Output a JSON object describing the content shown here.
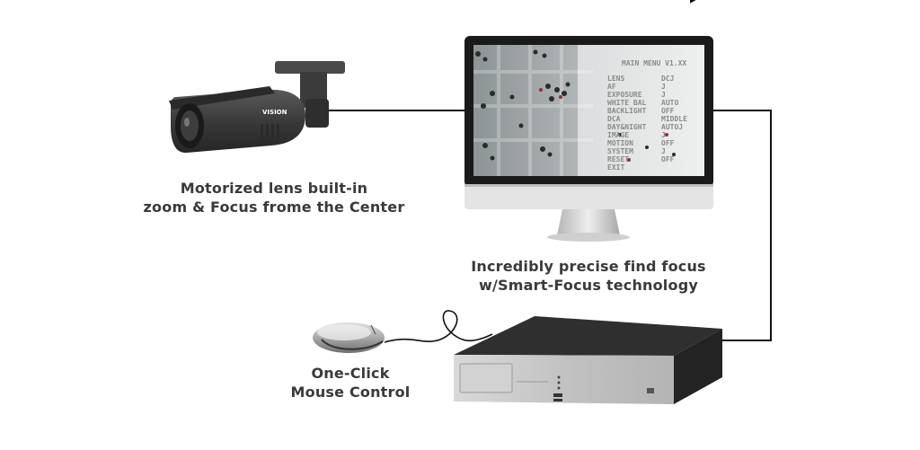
{
  "captions": {
    "camera_line1": "Motorized lens built-in",
    "camera_line2": "zoom & Focus frome the Center",
    "monitor_line1": "Incredibly precise find focus",
    "monitor_line2": "w/Smart-Focus technology",
    "mouse_line1": "One-Click",
    "mouse_line2": "Mouse Control"
  },
  "camera": {
    "brand": "VISION"
  },
  "osd_menu": {
    "title": "MAIN MENU V1.XX",
    "rows": [
      {
        "label": "LENS",
        "value": "DCJ"
      },
      {
        "label": "AF",
        "value": "J"
      },
      {
        "label": "EXPOSURE",
        "value": "J"
      },
      {
        "label": "WHITE BAL",
        "value": "AUTO"
      },
      {
        "label": "BACKLIGHT",
        "value": "OFF"
      },
      {
        "label": "DCA",
        "value": "MIDDLE"
      },
      {
        "label": "DAY&NIGHT",
        "value": "AUTOJ"
      },
      {
        "label": "IMAGE",
        "value": "J"
      },
      {
        "label": "MOTION",
        "value": "OFF"
      },
      {
        "label": "SYSTEM",
        "value": "J"
      },
      {
        "label": "RESET",
        "value": "OFF"
      },
      {
        "label": "EXIT",
        "value": ""
      }
    ]
  },
  "colors": {
    "camera_body": "#3c3c3c",
    "monitor_frame": "#1a1a1a",
    "connector_line": "#111111",
    "caption_text": "#3a3a3a",
    "nvr_body": "#2a2a2a",
    "nvr_face": "#c9c9c9"
  }
}
